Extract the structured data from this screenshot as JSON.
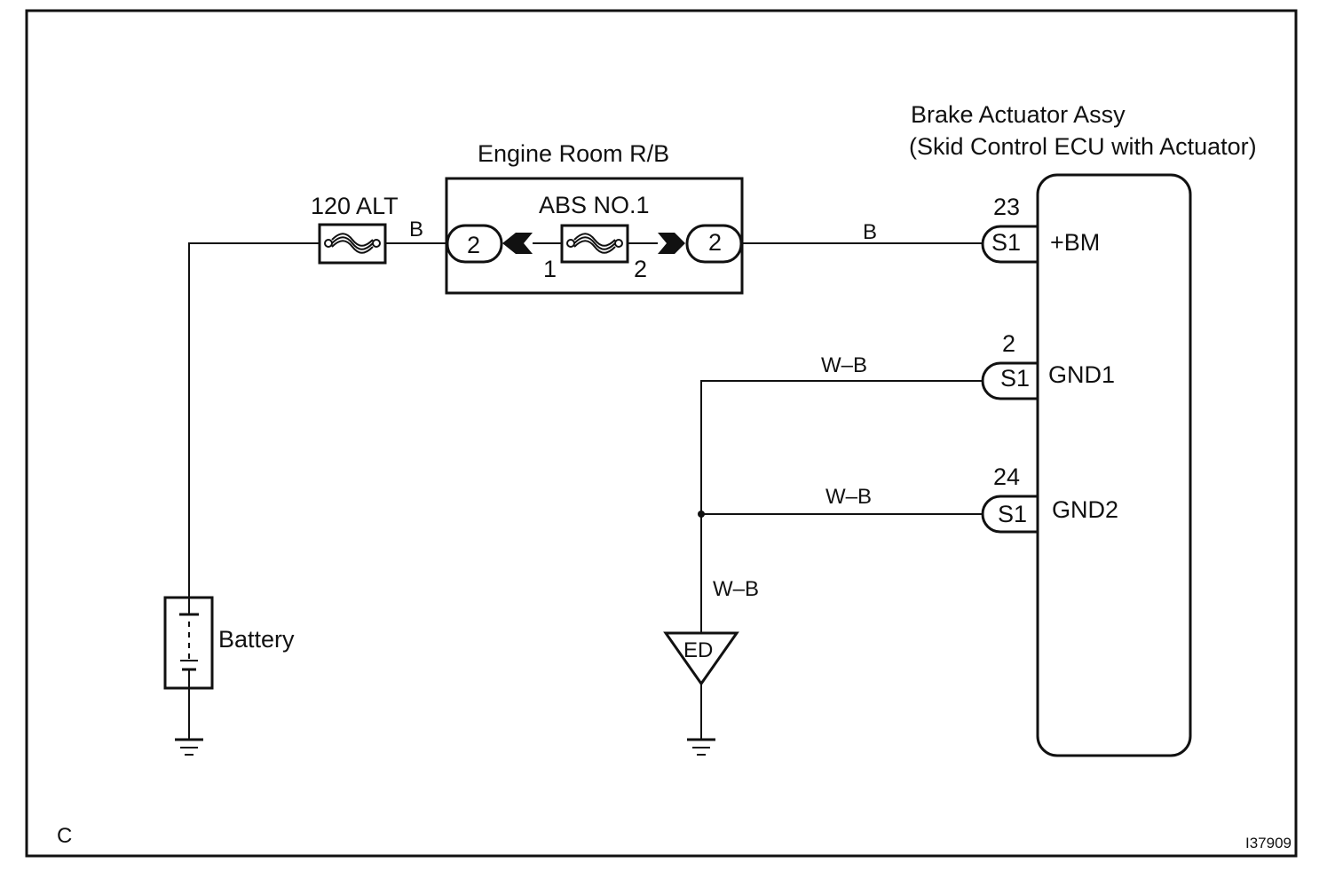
{
  "diagram": {
    "engine_room_rb": "Engine Room R/B",
    "fuse_120alt": "120 ALT",
    "fuse_abs_no1": "ABS NO.1",
    "fuse_pin_in": "1",
    "fuse_pin_out": "2",
    "rb_conn_left": "2",
    "rb_conn_right": "2",
    "wire_alt_to_rb": "B",
    "wire_rb_to_ecu": "B",
    "wire_gnd1": "W–B",
    "wire_gnd2": "W–B",
    "wire_to_ground": "W–B",
    "ecu_title_line1": "Brake Actuator Assy",
    "ecu_title_line2": "(Skid Control ECU with Actuator)",
    "pins": [
      {
        "number": "23",
        "connector": "S1",
        "name": "+BM"
      },
      {
        "number": "2",
        "connector": "S1",
        "name": "GND1"
      },
      {
        "number": "24",
        "connector": "S1",
        "name": "GND2"
      }
    ],
    "battery": "Battery",
    "ground_point": "ED",
    "corner_letter": "C",
    "figure_id": "I37909"
  }
}
